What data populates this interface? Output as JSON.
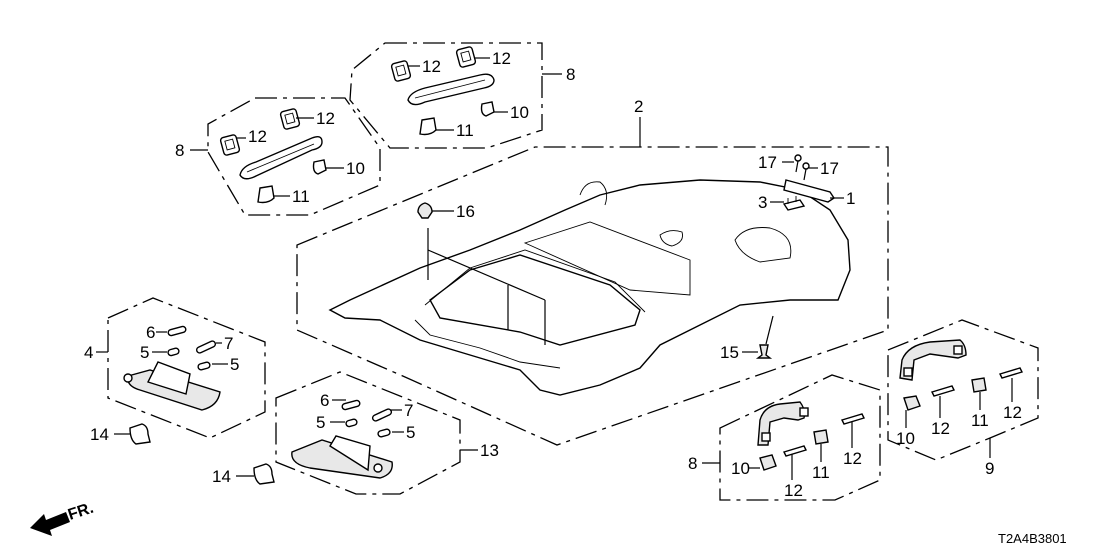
{
  "diagram": {
    "drawing_code": "T2A4B3801",
    "direction_indicator": "FR.",
    "groups": [
      {
        "id": "group-8-upper-right",
        "label": "8",
        "parts": [
          "12",
          "12",
          "10",
          "11"
        ]
      },
      {
        "id": "group-8-upper-left",
        "label": "8",
        "parts": [
          "12",
          "12",
          "10",
          "11"
        ]
      },
      {
        "id": "group-2-headliner",
        "label": "2",
        "parts": [
          "16",
          "17",
          "17",
          "1",
          "3",
          "15"
        ]
      },
      {
        "id": "group-4-sunvisor-left",
        "label": "4",
        "parts": [
          "6",
          "5",
          "7",
          "5"
        ]
      },
      {
        "id": "group-13-sunvisor-right",
        "label": "13",
        "parts": [
          "6",
          "5",
          "7",
          "5"
        ]
      },
      {
        "id": "group-8-lower",
        "label": "8",
        "parts": [
          "10",
          "12",
          "11",
          "12"
        ]
      },
      {
        "id": "group-9-lower-right",
        "label": "9",
        "parts": [
          "10",
          "12",
          "11",
          "12"
        ]
      }
    ],
    "callouts": {
      "c1": "1",
      "c2": "2",
      "c3": "3",
      "c4": "4",
      "c5a": "5",
      "c5b": "5",
      "c5c": "5",
      "c5d": "5",
      "c6a": "6",
      "c6b": "6",
      "c7a": "7",
      "c7b": "7",
      "c8a": "8",
      "c8b": "8",
      "c8c": "8",
      "c9": "9",
      "c10a": "10",
      "c10b": "10",
      "c10c": "10",
      "c10d": "10",
      "c11a": "11",
      "c11b": "11",
      "c11c": "11",
      "c11d": "11",
      "c12a": "12",
      "c12b": "12",
      "c12c": "12",
      "c12d": "12",
      "c12e": "12",
      "c12f": "12",
      "c12g": "12",
      "c12h": "12",
      "c13": "13",
      "c14a": "14",
      "c14b": "14",
      "c15": "15",
      "c16": "16",
      "c17a": "17",
      "c17b": "17"
    }
  }
}
